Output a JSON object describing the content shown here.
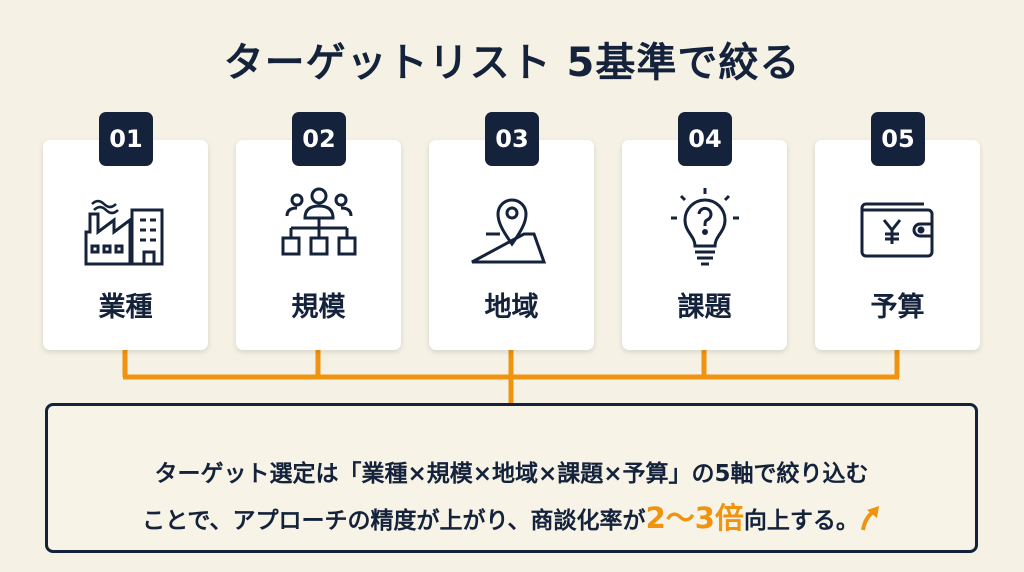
{
  "title": "ターゲットリスト 5基準で絞る",
  "criteria": [
    {
      "number": "01",
      "label": "業種",
      "icon": "factory-icon"
    },
    {
      "number": "02",
      "label": "規模",
      "icon": "org-chart-icon"
    },
    {
      "number": "03",
      "label": "地域",
      "icon": "map-pin-icon"
    },
    {
      "number": "04",
      "label": "課題",
      "icon": "lightbulb-question-icon"
    },
    {
      "number": "05",
      "label": "予算",
      "icon": "yen-wallet-icon"
    }
  ],
  "summary": {
    "line1": "ターゲット選定は「業種×規模×地域×課題×予算」の5軸で絞り込む",
    "line2_before": "ことで、アプローチの精度が上がり、商談化率が",
    "line2_highlight": "2〜3倍",
    "line2_after": "向上する。"
  },
  "colors": {
    "navy": "#14233b",
    "accent": "#f0940f",
    "background": "#f5f1e4"
  }
}
